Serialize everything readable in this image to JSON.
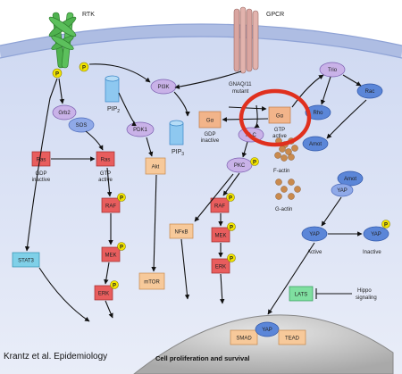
{
  "receptors": {
    "rtk": "RTK",
    "gpcr": "GPCR",
    "gnaq_line1": "GNAQ/11",
    "gnaq_line2": "mutant"
  },
  "phospho": "P",
  "adaptors": {
    "grb2": "Grb2",
    "sos": "SOS"
  },
  "lipids": {
    "pip2_main": "PIP",
    "pip2_sub": "2",
    "pip3_main": "PIP",
    "pip3_sub": "3"
  },
  "nodes": {
    "pi3k": "PI3K",
    "pdk1": "PDK1",
    "akt": "Akt",
    "mtor": "mTOR",
    "ras": "Ras",
    "raf": "RAF",
    "mek": "MEK",
    "erk": "ERK",
    "stat3": "STAT3",
    "galpha": "Gα",
    "plc": "PLC",
    "pkc": "PKC",
    "nfkb": "NFκB",
    "trio": "Trio",
    "rac": "Rac",
    "rho": "Rho",
    "amot": "Amot",
    "yap": "YAP",
    "lats": "LATS",
    "smad": "SMAD",
    "tead": "TEAD"
  },
  "states": {
    "ras_gdp_1": "GDP",
    "ras_gdp_2": "inactive",
    "ras_gtp_1": "GTP",
    "ras_gtp_2": "active",
    "ga_gdp_1": "GDP",
    "ga_gdp_2": "inactive",
    "ga_gtp_1": "GTP",
    "ga_gtp_2": "active",
    "yap_active": "Active",
    "yap_inactive": "Inactive"
  },
  "actin": {
    "f_actin": "F-actin",
    "g_actin": "G-actin"
  },
  "hippo": {
    "line1": "Hippo",
    "line2": "signaling"
  },
  "footer": {
    "citation": "Krantz et al. Epidemiology",
    "outcome": "Cell proliferation and survival"
  },
  "colors": {
    "cytoplasm": "#dbe3f5",
    "membrane": "#b8c6e6",
    "rtk": "#5cb85c",
    "phospho": "#f0e000",
    "galpha": "#f2b48a",
    "ras_raf_mek_erk": "#e85d5d",
    "purple": "#c9b2e8",
    "blue_node": "#5b86d8",
    "orange_box": "#f7c99a",
    "highlight_ring": "#e0301e",
    "nucleus": "#c6c6c6"
  }
}
